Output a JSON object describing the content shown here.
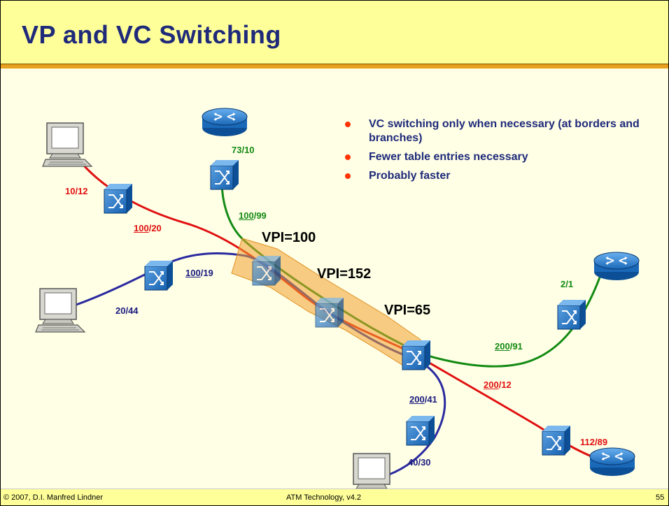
{
  "slide": {
    "title": "VP and VC Switching",
    "bullets": [
      "VC switching only when necessary (at borders and branches)",
      "Fewer table entries necessary",
      "Probably faster"
    ],
    "vpi_labels": [
      "VPI=100",
      "VPI=152",
      "VPI=65"
    ],
    "connection_labels": {
      "red_in": "10/12",
      "red_mid_a": "100",
      "red_mid_b": "/20",
      "blue_in": "20/44",
      "blue_mid_a": "100",
      "blue_mid_b": "/19",
      "green_in": "73/10",
      "green_mid_a": "100",
      "green_mid_b": "/99",
      "green_out": "2/1",
      "green_out_mid_a": "200",
      "green_out_mid_b": "/91",
      "red_out_mid_a": "200",
      "red_out_mid_b": "/12",
      "red_out": "112/89",
      "blue_out_mid_a": "200",
      "blue_out_mid_b": "/41",
      "blue_out": "40/30"
    },
    "footer": {
      "copyright": "© 2007, D.I. Manfred Lindner",
      "course": "ATM Technology, v4.2",
      "page": "55"
    },
    "colors": {
      "title": "#1f2a7a",
      "red_path": "#e01010",
      "green_path": "#138a13",
      "blue_path": "#2a2aa0",
      "vp_tunnel": "#f0a030",
      "bullet": "#ff3300"
    },
    "icons": [
      "computer-icon",
      "atm-switch-icon",
      "router-icon"
    ]
  }
}
